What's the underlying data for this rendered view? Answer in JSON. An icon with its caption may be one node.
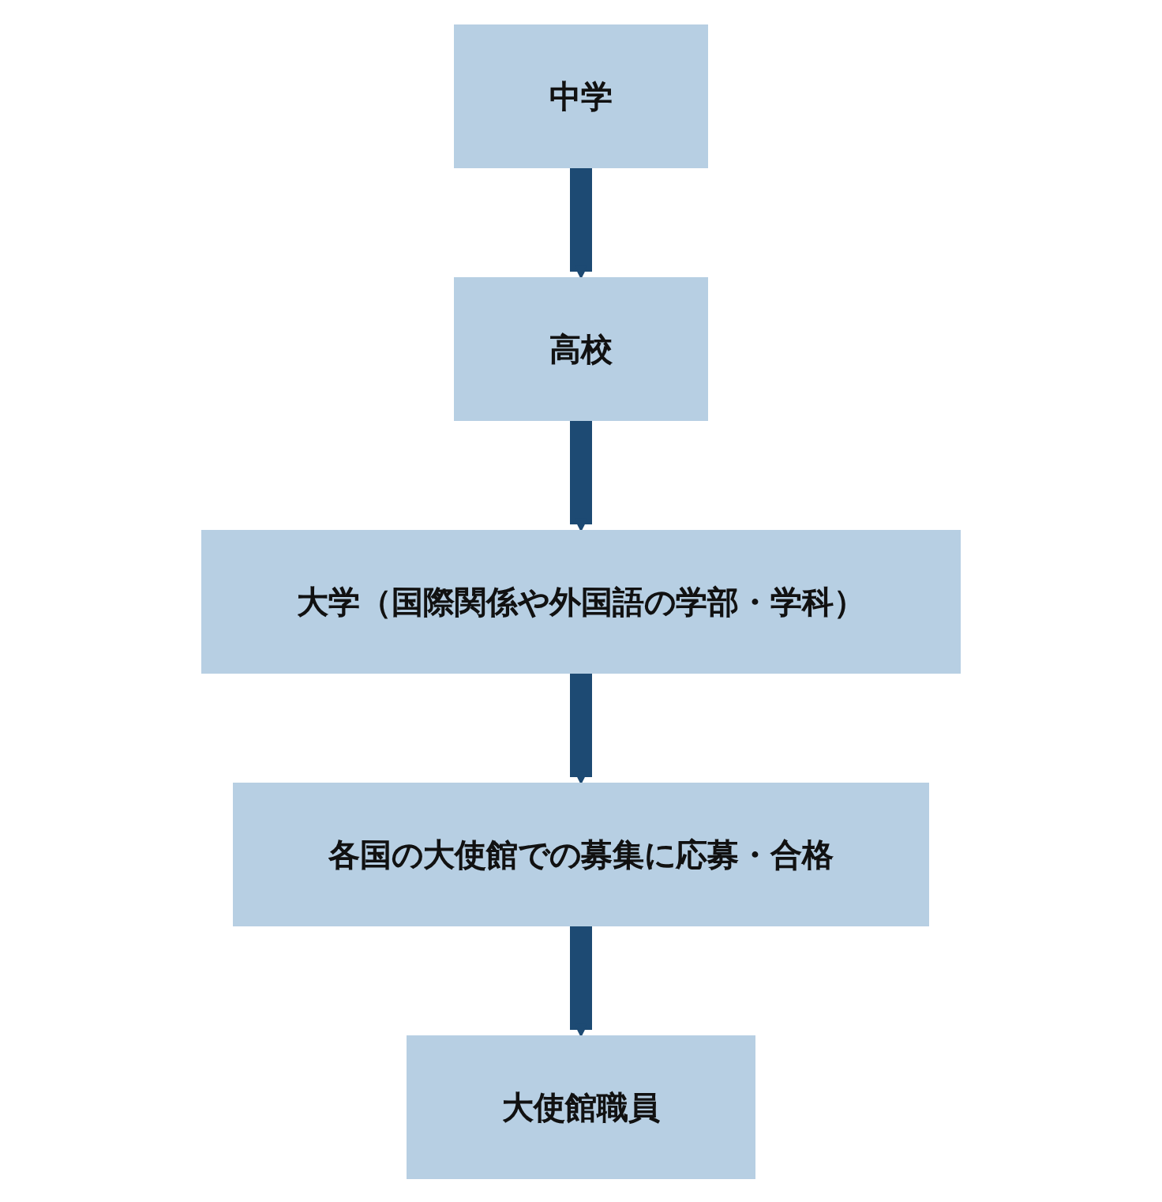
{
  "diagram": {
    "nodes": [
      {
        "text": [
          "中学"
        ]
      },
      {
        "text": [
          "高校"
        ]
      },
      {
        "text": [
          "大学（国際関係や外国語の学部・学科）"
        ]
      },
      {
        "text": [
          "各国の大使館での募集に応募・合格"
        ]
      },
      {
        "text": [
          "大使館職員"
        ]
      }
    ],
    "edges": [
      {
        "from": 0,
        "to": 1,
        "arrow": "to"
      },
      {
        "from": 1,
        "to": 2,
        "arrow": "to"
      },
      {
        "from": 2,
        "to": 3,
        "arrow": "to"
      },
      {
        "from": 3,
        "to": 4,
        "arrow": "to"
      }
    ]
  }
}
